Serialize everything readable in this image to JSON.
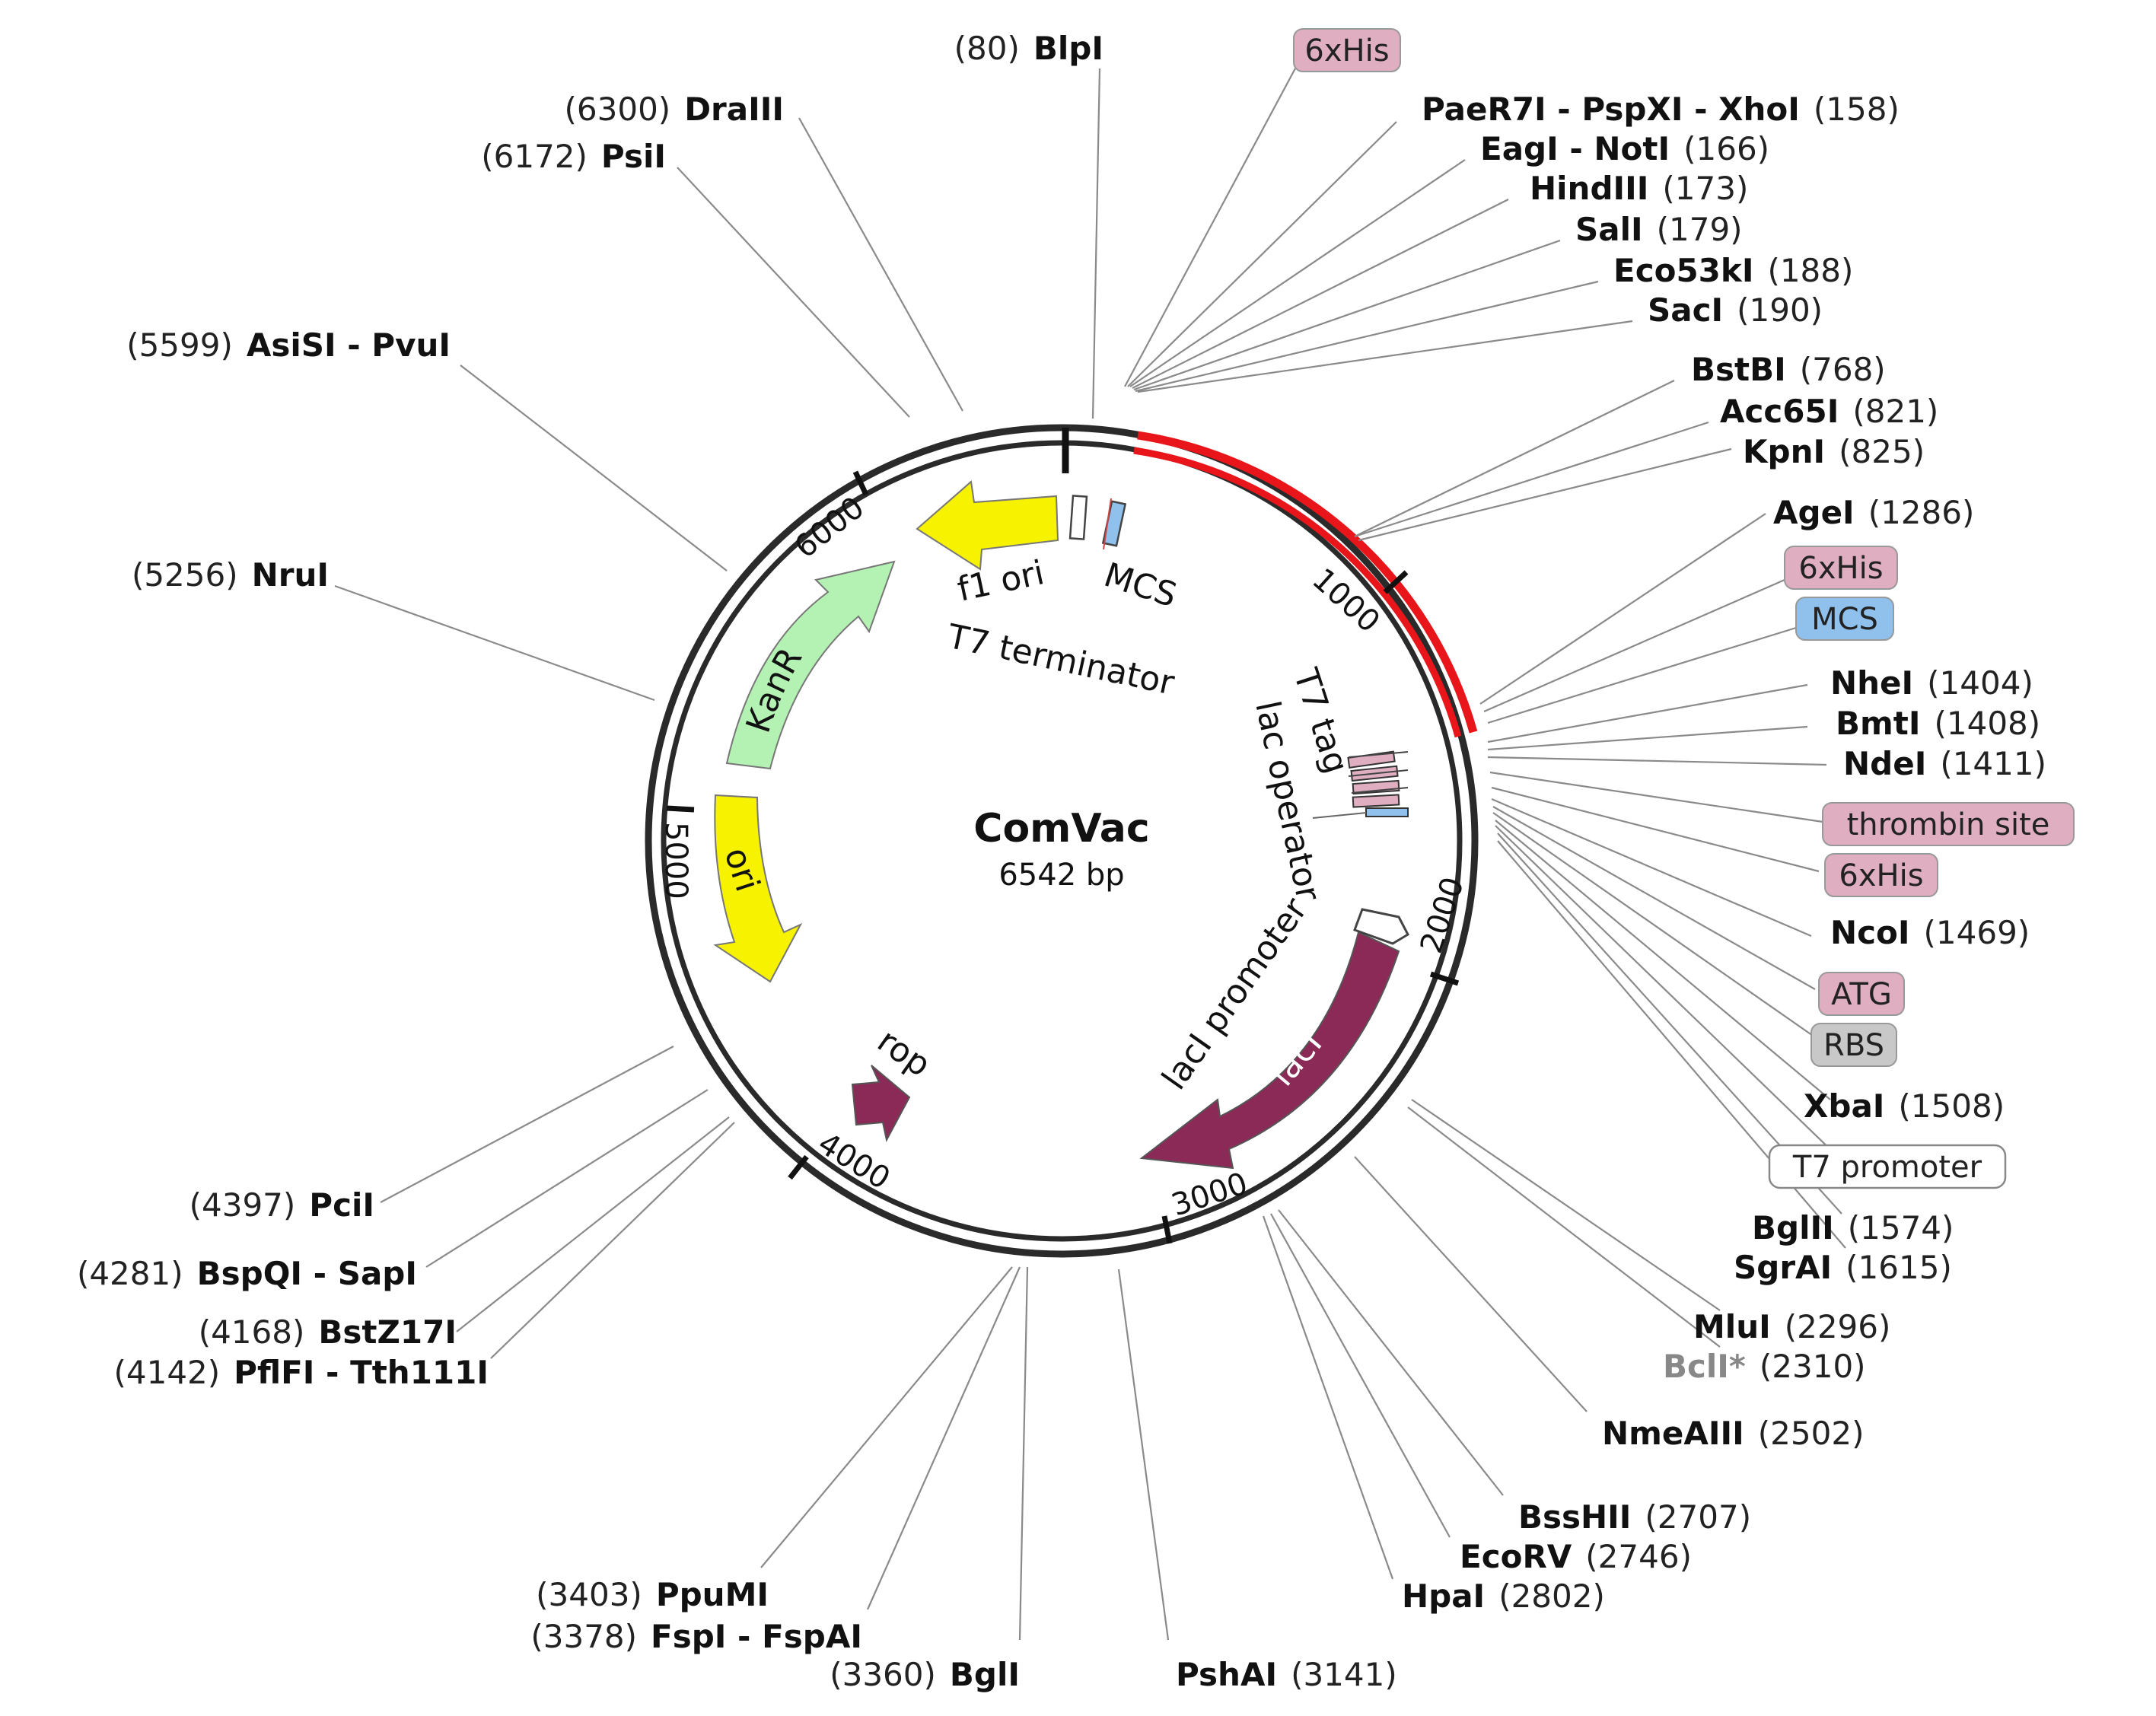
{
  "plasmid": {
    "name": "ComVac",
    "size_text": "6542 bp",
    "length": 6542
  },
  "colors": {
    "highlight": "#e8161b",
    "backbone": "#2a2a2a",
    "yellow": "#f6f200",
    "green": "#b4f2b4",
    "maroon": "#8c2a57",
    "blue": "#8fc1ec",
    "pink": "#dfaec0",
    "gray": "#c8c8c8"
  },
  "ticks": [
    "1000",
    "2000",
    "3000",
    "4000",
    "5000",
    "6000"
  ],
  "features": {
    "kanr": "KanR",
    "ori": "ori",
    "f1_ori": "f1 ori",
    "mcs": "MCS",
    "t7_terminator": "T7 terminator",
    "t7_tag": "T7 tag",
    "lac_operator": "lac operator",
    "laci_promoter": "lacI promoter",
    "laci": "lacI",
    "rop": "rop"
  },
  "sites": {
    "blpi": {
      "name": "BlpI",
      "pos": "(80)"
    },
    "his_top": {
      "name": "6xHis"
    },
    "xhoi": {
      "name": "PaeR7I - PspXI - XhoI",
      "pos": "(158)"
    },
    "noti": {
      "name": "EagI - NotI",
      "pos": "(166)"
    },
    "hindiii": {
      "name": "HindIII",
      "pos": "(173)"
    },
    "sali": {
      "name": "SalI",
      "pos": "(179)"
    },
    "eco53ki": {
      "name": "Eco53kI",
      "pos": "(188)"
    },
    "saci": {
      "name": "SacI",
      "pos": "(190)"
    },
    "bstbi": {
      "name": "BstBI",
      "pos": "(768)"
    },
    "acc65i": {
      "name": "Acc65I",
      "pos": "(821)"
    },
    "kpni": {
      "name": "KpnI",
      "pos": "(825)"
    },
    "agei": {
      "name": "AgeI",
      "pos": "(1286)"
    },
    "his_2": {
      "name": "6xHis"
    },
    "mcs_2": {
      "name": "MCS"
    },
    "nhei": {
      "name": "NheI",
      "pos": "(1404)"
    },
    "bmti": {
      "name": "BmtI",
      "pos": "(1408)"
    },
    "ndei": {
      "name": "NdeI",
      "pos": "(1411)"
    },
    "thrombin": {
      "name": "thrombin site"
    },
    "his_3": {
      "name": "6xHis"
    },
    "ncoi": {
      "name": "NcoI",
      "pos": "(1469)"
    },
    "atg": {
      "name": "ATG"
    },
    "rbs": {
      "name": "RBS"
    },
    "xbai": {
      "name": "XbaI",
      "pos": "(1508)"
    },
    "t7prom": {
      "name": "T7 promoter"
    },
    "bglii": {
      "name": "BglII",
      "pos": "(1574)"
    },
    "sgrai": {
      "name": "SgrAI",
      "pos": "(1615)"
    },
    "mlui": {
      "name": "MluI",
      "pos": "(2296)"
    },
    "bcli": {
      "name": "BclI*",
      "pos": "(2310)"
    },
    "nmeaiii": {
      "name": "NmeAIII",
      "pos": "(2502)"
    },
    "psshii": {
      "name": "BssHII",
      "pos": "(2707)"
    },
    "ecorv": {
      "name": "EcoRV",
      "pos": "(2746)"
    },
    "hpai": {
      "name": "HpaI",
      "pos": "(2802)"
    },
    "pshai": {
      "name": "PshAI",
      "pos": "(3141)"
    },
    "bgli": {
      "name": "BglI",
      "pos": "(3360)"
    },
    "fspi": {
      "name": "FspI - FspAI",
      "pos": "(3378)"
    },
    "ppumi": {
      "name": "PpuMI",
      "pos": "(3403)"
    },
    "tth111i": {
      "name": "PflFI - Tth111I",
      "pos": "(4142)"
    },
    "bstz17i": {
      "name": "BstZ17I",
      "pos": "(4168)"
    },
    "sapi": {
      "name": "BspQI - SapI",
      "pos": "(4281)"
    },
    "pcii": {
      "name": "PciI",
      "pos": "(4397)"
    },
    "nrui": {
      "name": "NruI",
      "pos": "(5256)"
    },
    "pvui": {
      "name": "AsiSI - PvuI",
      "pos": "(5599)"
    },
    "psii": {
      "name": "PsiI",
      "pos": "(6172)"
    },
    "draiii": {
      "name": "DraIII",
      "pos": "(6300)"
    }
  }
}
